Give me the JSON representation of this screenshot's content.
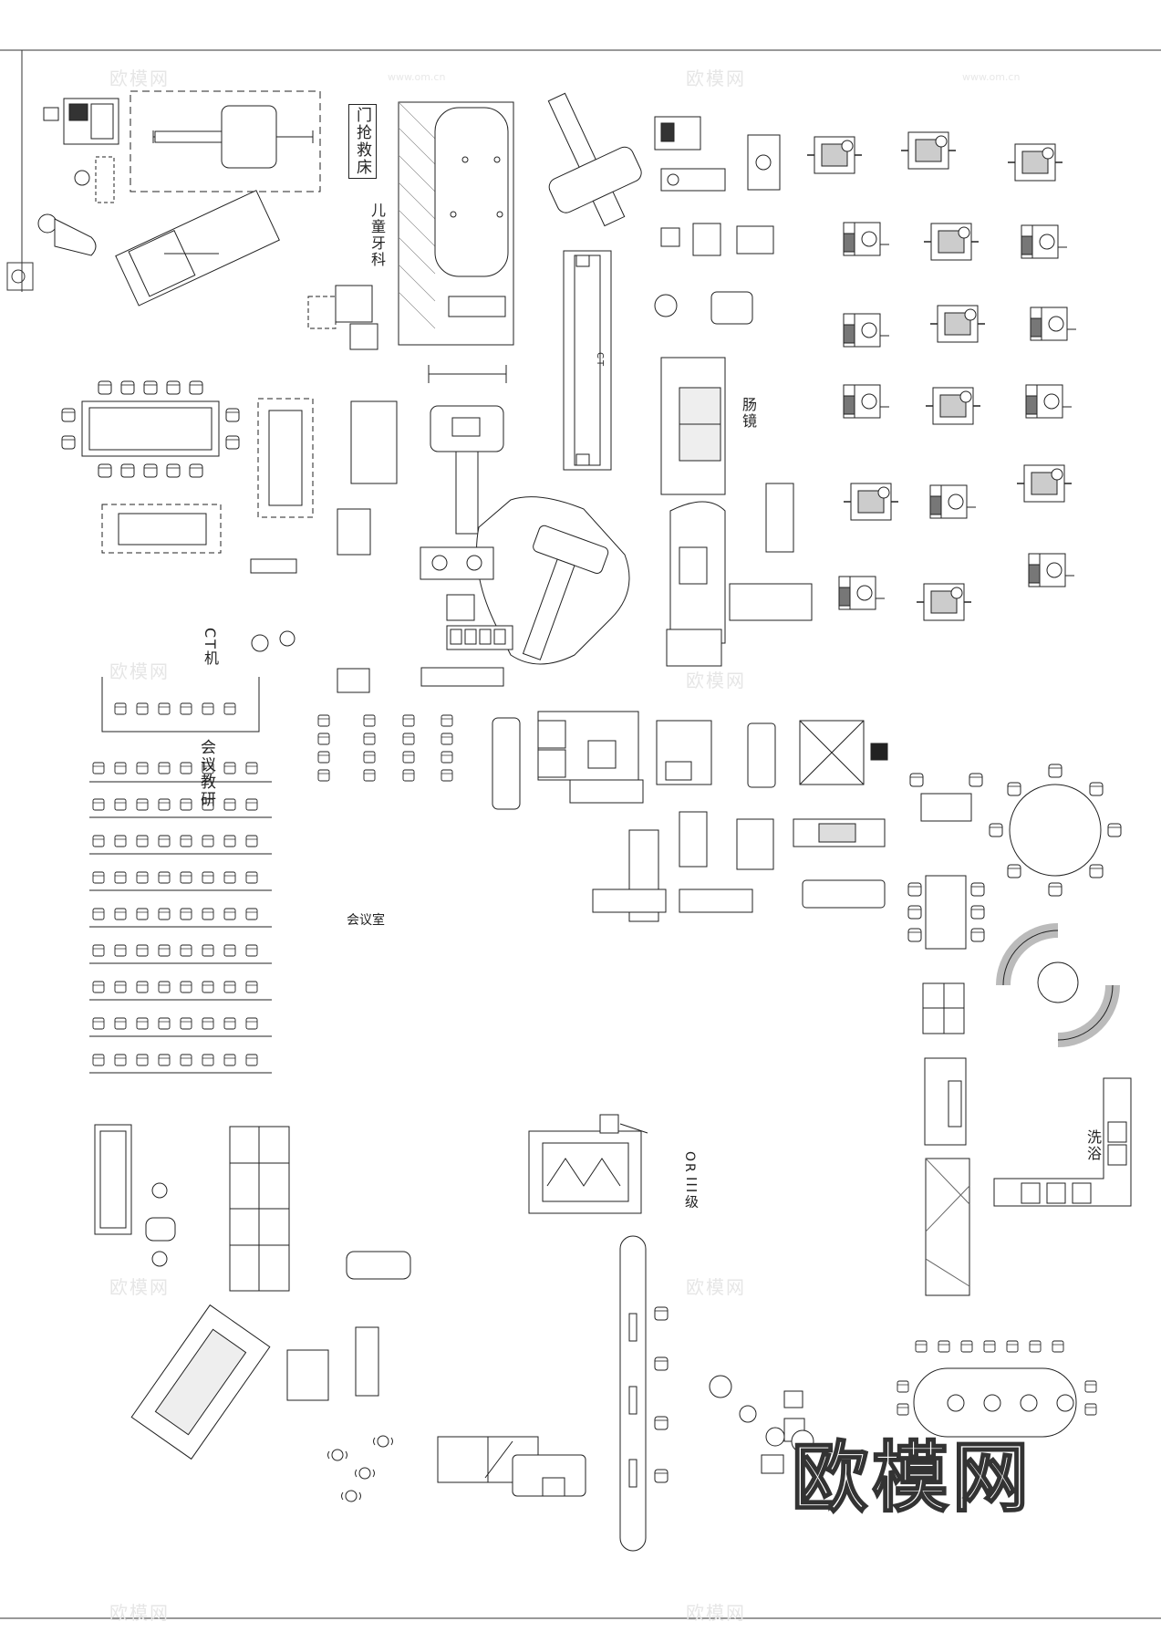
{
  "labels": {
    "rescue_bed": "门抢救床",
    "pediatric": "儿童牙科",
    "ct": "CT机",
    "meeting_training": "会议教研",
    "meeting_room": "会议室",
    "gastroscope": "肠镜",
    "or": "OR",
    "ct2": "CT",
    "level_three": "III级",
    "wash": "洗浴",
    "big_logo": "欧模网"
  },
  "watermark": {
    "logo": "欧模网",
    "url": "www.om.cn"
  },
  "colors": {
    "line": "#222222",
    "paper": "#ffffff",
    "watermark": "#e6e6e6"
  }
}
